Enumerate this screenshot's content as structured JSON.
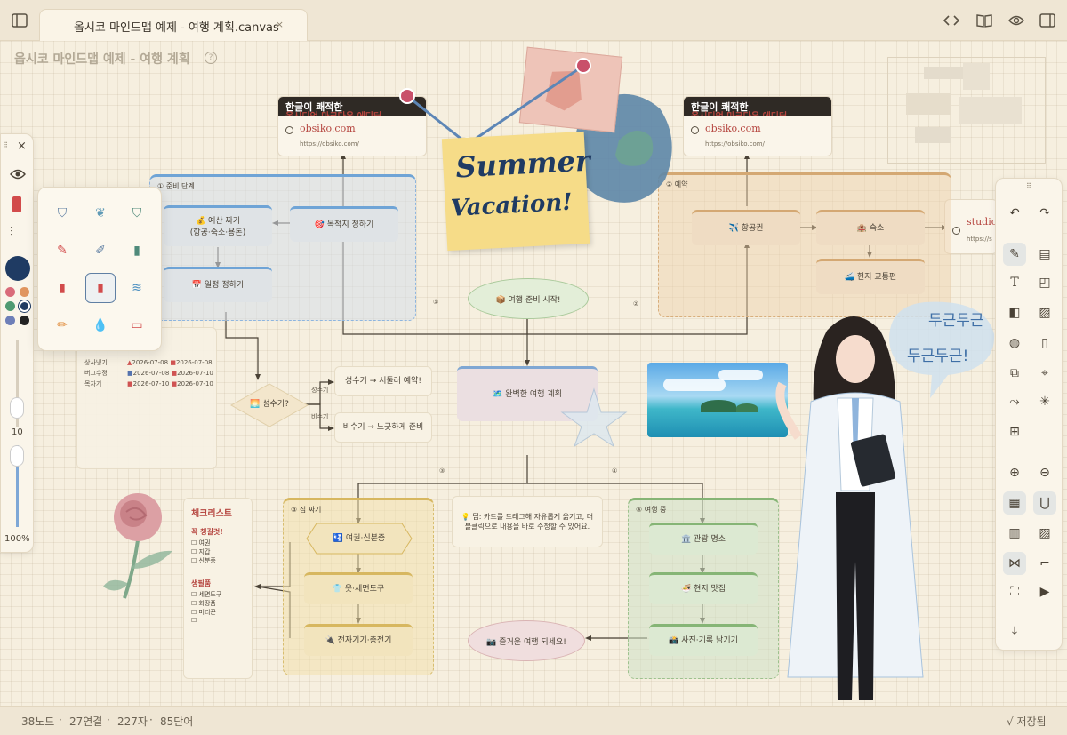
{
  "tab": {
    "title": "옵시코 마인드맵 예제 - 여행 계획.canvas",
    "close": "×"
  },
  "canvas": {
    "title": "옵시코 마인드맵 예제 - 여행 계획",
    "help": "?"
  },
  "link_cards": [
    {
      "header": "한글이 쾌적한",
      "subheader": "옵시디언 마크다운 에디터",
      "domain": "obsiko.com",
      "url": "https://obsiko.com/"
    },
    {
      "header": "한글이 쾌적한",
      "subheader": "옵시디언 마크다운 에디터",
      "domain": "obsiko.com",
      "url": "https://obsiko.com/"
    },
    {
      "domain": "studio",
      "url": "https://s"
    }
  ],
  "groups": {
    "prep": "① 준비 단계",
    "booking": "② 예약",
    "packing": "③ 짐 싸기",
    "trip": "④ 여행 중"
  },
  "nodes": {
    "budget": "💰 예산 짜기\n(항공·숙소·용돈)",
    "destination": "🎯 목적지 정하기",
    "schedule": "📅 일정 정하기",
    "flight": "✈️ 항공권",
    "lodging": "🏨 숙소",
    "transport": "🚄 현지 교통편",
    "start": "📦 여행 준비 시작!",
    "peak_q": "🌅 성수기?",
    "peak_yes": "성수기 → 서둘러 예약!",
    "peak_no": "비수기 → 느긋하게 준비",
    "perfect": "🗺️ 완벽한 여행 계획",
    "tip": "💡 팁: 카드를 드래그해 자유롭게 옮기고, 더블클릭으로 내용을 바로 수정할 수 있어요.",
    "passport": "🛂 여권·신분증",
    "clothes": "👕 옷·세면도구",
    "electronics": "🔌 전자기기·충전기",
    "sights": "🏛️ 관광 명소",
    "food": "🍜 현지 맛집",
    "photos": "📸 사진·기록 남기기",
    "enjoy": "📷 즐거운 여행 되세요!"
  },
  "edge_labels": {
    "e1": "①",
    "e2": "②",
    "e3": "③",
    "e4": "④",
    "peak": "성수기",
    "offpeak": "비수기"
  },
  "table": [
    {
      "name": "상사냉기",
      "start": "2026-07-08",
      "end": "2026-07-08"
    },
    {
      "name": "버그수정",
      "start": "2026-07-08",
      "end": "2026-07-10"
    },
    {
      "name": "목차기",
      "start": "2026-07-10",
      "end": "2026-07-10"
    }
  ],
  "checklist": {
    "title": "체크리스트",
    "must_title": "꼭 챙길것!",
    "must_items": [
      "여권",
      "지갑",
      "신분증"
    ],
    "daily_title": "생필품",
    "daily_items": [
      "세면도구",
      "화장품",
      "머리끈",
      ""
    ]
  },
  "sticky": {
    "line1": "Summer",
    "line2": "Vacation!"
  },
  "bubble": {
    "line1": "두근두근",
    "line2": "두근두근!"
  },
  "left_toolbar": {
    "close": "×",
    "size_value": "10",
    "opacity_value": "100%"
  },
  "status": {
    "nodes": "38노드",
    "edges": "27연결",
    "chars": "227자",
    "words": "85단어",
    "saved": "√ 저장됨"
  },
  "colors": {
    "accent": "#1f3b63",
    "group_blue": "#6fa4d6",
    "group_orange": "#d4a873",
    "group_yellow": "#d7b760",
    "group_green": "#86b576"
  }
}
